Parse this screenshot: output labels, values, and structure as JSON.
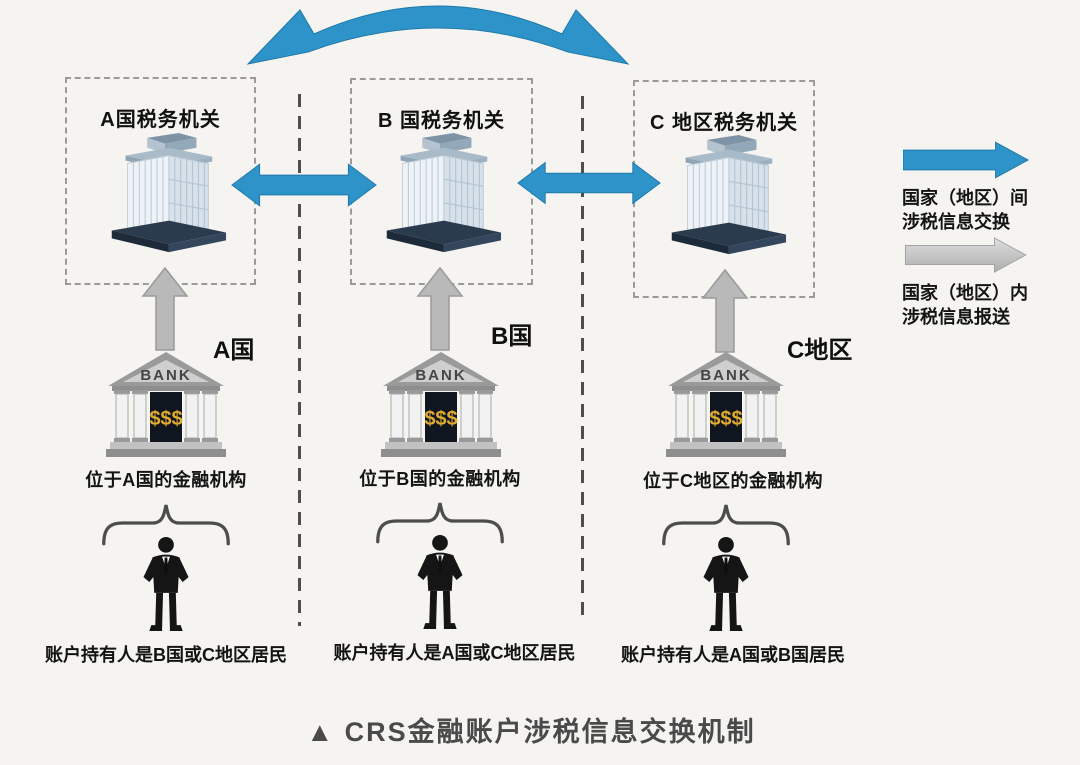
{
  "title": {
    "marker": "▲",
    "text": "CRS金融账户涉税信息交换机制"
  },
  "columns": [
    {
      "authority": "A国税务机关",
      "jurisdiction": "A国",
      "institution": "位于A国的金融机构",
      "account_holder": "账户持有人是B国或C地区居民"
    },
    {
      "authority": "B 国税务机关",
      "jurisdiction": "B国",
      "institution": "位于B国的金融机构",
      "account_holder": "账户持有人是A国或C地区居民"
    },
    {
      "authority": "C 地区税务机关",
      "jurisdiction": "C地区",
      "institution": "位于C地区的金融机构",
      "account_holder": "账户持有人是A国或B国居民"
    }
  ],
  "bank": {
    "sign": "BANK",
    "money": "$$$"
  },
  "legend": [
    {
      "icon": "blue-arrow",
      "line1": "国家（地区）间",
      "line2": "涉税信息交换"
    },
    {
      "icon": "gray-arrow",
      "line1": "国家（地区）内",
      "line2": "涉税信息报送"
    }
  ],
  "colors": {
    "exchange_arrow": "#2E93C9",
    "report_arrow": "#C4C4C4",
    "text": "#141414",
    "title": "#4A4A4A"
  }
}
